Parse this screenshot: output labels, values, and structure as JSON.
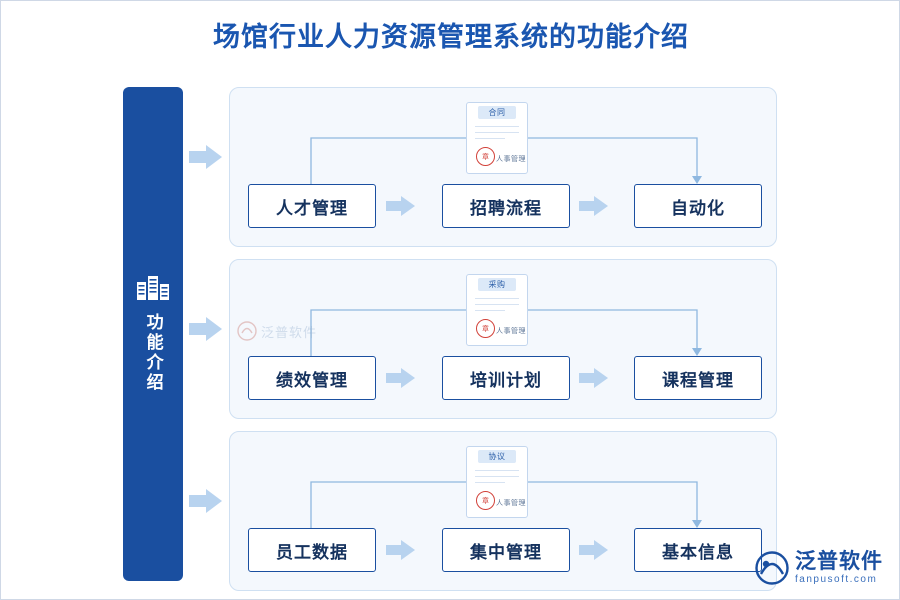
{
  "title": "场馆行业人力资源管理系统的功能介绍",
  "sidebar": {
    "label": "功能介绍",
    "icon": "building-icon"
  },
  "watermark": {
    "text": "泛普软件"
  },
  "logo": {
    "cn": "泛普软件",
    "en": "fanpusoft.com"
  },
  "rows": [
    {
      "doc": {
        "tab": "合同",
        "seal": "章",
        "seal_text": "人事管理"
      },
      "boxes": [
        "人才管理",
        "招聘流程",
        "自动化"
      ]
    },
    {
      "doc": {
        "tab": "采购",
        "seal": "章",
        "seal_text": "人事管理"
      },
      "boxes": [
        "绩效管理",
        "培训计划",
        "课程管理"
      ]
    },
    {
      "doc": {
        "tab": "协议",
        "seal": "章",
        "seal_text": "人事管理"
      },
      "boxes": [
        "员工数据",
        "集中管理",
        "基本信息"
      ]
    }
  ],
  "colors": {
    "title": "#1a56b0",
    "bar": "#1a4fa0",
    "panel_bg": "#f4f8fd",
    "panel_border": "#cfe0f2",
    "arrow": "#b8d3ef",
    "box_border": "#1a4fa0",
    "box_text": "#15325e"
  }
}
